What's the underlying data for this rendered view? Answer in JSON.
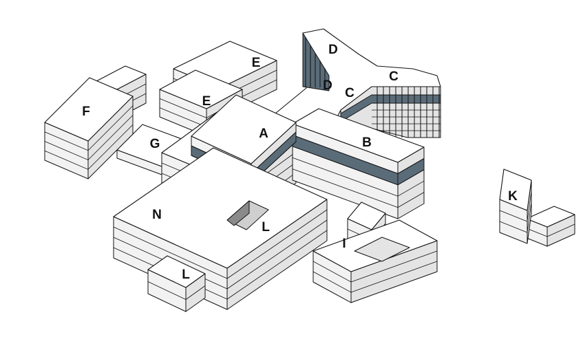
{
  "diagram": {
    "type": "axonometric building massing",
    "colors": {
      "top": "#ffffff",
      "side_left": "#f2f2f2",
      "side_right": "#e4e4e4",
      "band": "#5b6c79",
      "stroke": "#111111"
    },
    "labels": {
      "d1": "D",
      "d2": "D",
      "c1": "C",
      "c2": "C",
      "e1": "E",
      "e2": "E",
      "a": "A",
      "b": "B",
      "f": "F",
      "g": "G",
      "n": "N",
      "l1": "L",
      "l2": "L",
      "i": "I",
      "k": "K"
    }
  }
}
